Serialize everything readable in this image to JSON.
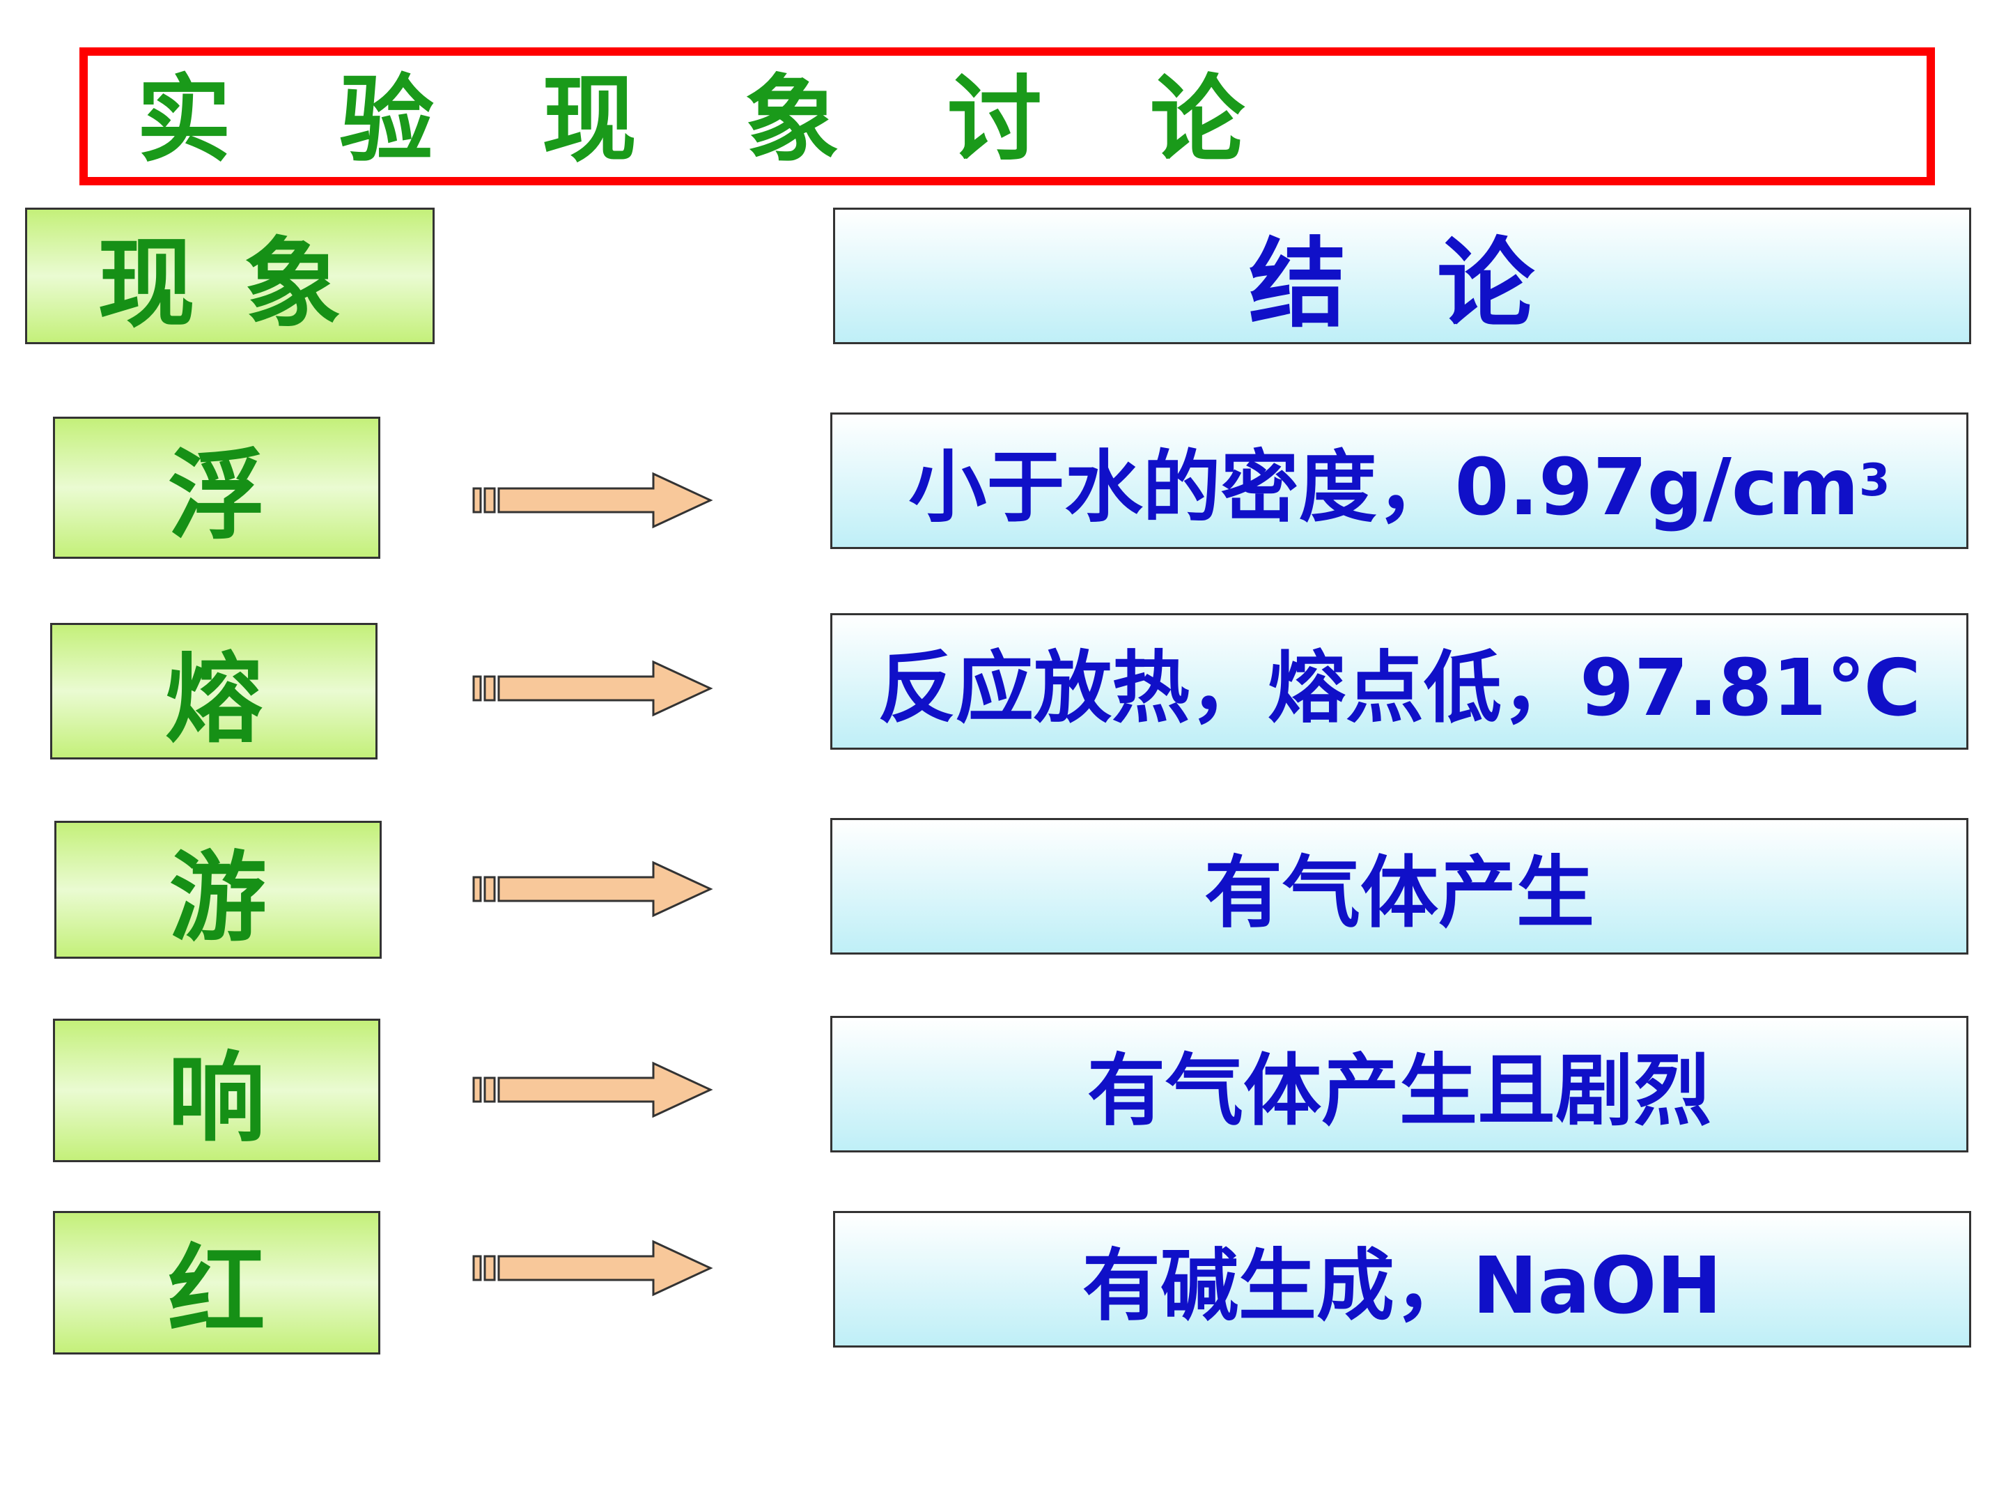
{
  "title": "实验现象讨论",
  "headers": {
    "phenomenon": "现象",
    "conclusion": "结论"
  },
  "rows": [
    {
      "phenomenon": "浮",
      "conclusion": "小于水的密度，0.97g/cm",
      "superscript": "3"
    },
    {
      "phenomenon": "熔",
      "conclusion": "反应放热，熔点低，97.81℃"
    },
    {
      "phenomenon": "游",
      "conclusion": "有气体产生"
    },
    {
      "phenomenon": "响",
      "conclusion": "有气体产生且剧烈"
    },
    {
      "phenomenon": "红",
      "conclusion": "有碱生成，NaOH"
    }
  ],
  "colors": {
    "title_border": "#ff0000",
    "title_text": "#1a9a1a",
    "phenomenon_text": "#169016",
    "conclusion_text": "#1010c8",
    "arrow_fill": "#f8c89a"
  },
  "icons": {
    "arrow": "right-arrow-icon"
  }
}
